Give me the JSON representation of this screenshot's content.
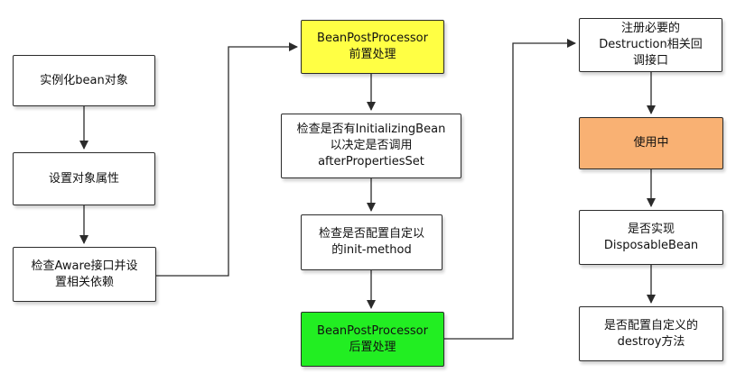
{
  "colors": {
    "box_default": "#ffffff",
    "pre_processor": "#ffff44",
    "post_processor": "#22ee22",
    "in_use": "#f9b173",
    "border": "#2b2b2b",
    "arrow": "#2b2b2b"
  },
  "boxes": {
    "instantiate": "实例化bean对象",
    "set_properties": "设置对象属性",
    "check_aware": "检查Aware接口并设\n置相关依赖",
    "bpp_before": "BeanPostProcessor\n前置处理",
    "check_initializing": "检查是否有InitializingBean\n以决定是否调用\nafterPropertiesSet",
    "check_init_method": "检查是否配置自定以\n的init-method",
    "bpp_after": "BeanPostProcessor\n后置处理",
    "register_destruction": "注册必要的\nDestruction相关回\n调接口",
    "in_use": "使用中",
    "check_disposable": "是否实现\nDisposableBean",
    "check_destroy_method": "是否配置自定义的\ndestroy方法"
  }
}
